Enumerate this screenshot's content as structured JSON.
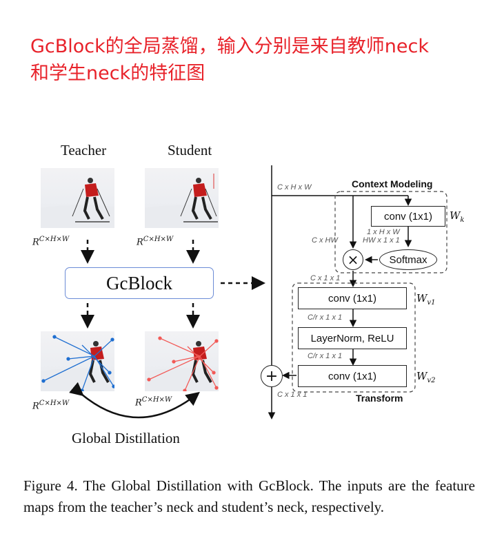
{
  "headline": {
    "line1": "GcBlock的全局蒸馏，输入分别是来自教师neck",
    "line2": "和学生neck的特征图"
  },
  "figure": {
    "labels": {
      "teacher": "Teacher",
      "student": "Student",
      "r_base": "R",
      "r_exp": "C×H×W",
      "gcblock": "GcBlock",
      "global_distillation": "Global Distillation"
    },
    "diagram": {
      "context_modeling": "Context Modeling",
      "transform": "Transform",
      "conv_k": "conv (1x1)",
      "softmax": "Softmax",
      "conv_v1": "conv (1x1)",
      "layernorm": "LayerNorm, ReLU",
      "conv_v2": "conv (1x1)",
      "mult_symbol": "×",
      "add_symbol": "+",
      "dims": {
        "input": "C x H x W",
        "cxhw": "C x HW",
        "k_out": "1 x H x W",
        "hw11": "HW x 1 x 1",
        "c11_top": "C x 1 x 1",
        "cr11_a": "C/r x 1 x 1",
        "cr11_b": "C/r x 1 x 1",
        "c11_out": "C x 1 x 1"
      },
      "w_labels": {
        "wk_base": "W",
        "wk_sub": "k",
        "wv1_base": "W",
        "wv1_sub": "v1",
        "wv2_base": "W",
        "wv2_sub": "v2"
      }
    },
    "colors": {
      "headline": "#e8222a",
      "gc_border": "#6b8bd6",
      "teacher_attention": "#1f6fd1",
      "student_attention": "#f25a57"
    }
  },
  "caption": "Figure 4.  The Global Distillation with GcBlock.  The inputs are the feature maps from the teacher’s neck and student’s neck, respectively."
}
